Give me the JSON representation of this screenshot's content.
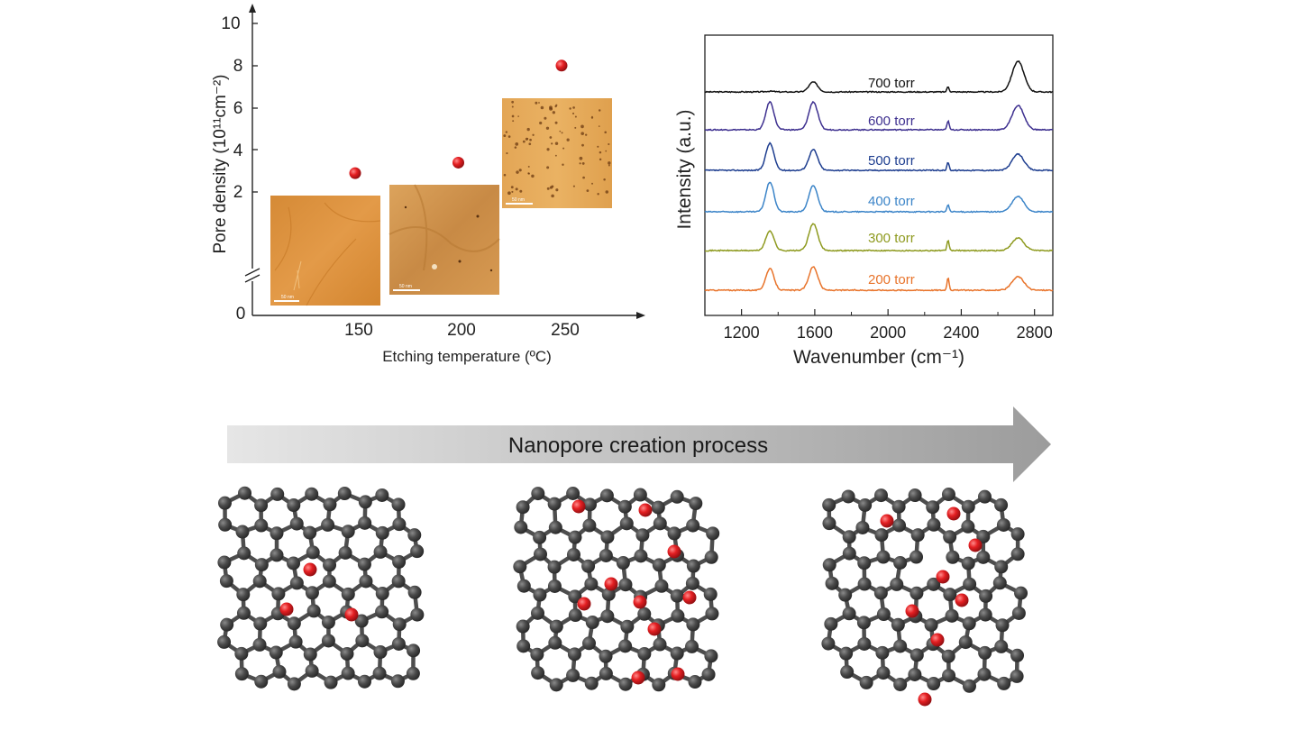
{
  "charts": {
    "left": {
      "type": "scatter",
      "xlabel": "Etching temperature (ºC)",
      "ylabel": "Pore density (10¹¹cm⁻²)",
      "x_ticks": [
        "150",
        "200",
        "250"
      ],
      "y_ticks": [
        "0",
        "2",
        "4",
        "6",
        "8",
        "10"
      ],
      "inset_scalebars": [
        "50 nm",
        "50 nm",
        "50 nm"
      ],
      "point_color": "#d8262b"
    },
    "right": {
      "type": "line",
      "xlabel": "Wavenumber (cm⁻¹)",
      "ylabel": "Intensity (a.u.)",
      "x_ticks": [
        "1200",
        "1600",
        "2000",
        "2400",
        "2800"
      ]
    },
    "process_arrow": {
      "label": "Nanopore creation process"
    }
  },
  "chart_data": [
    {
      "type": "scatter",
      "title": "",
      "xlabel": "Etching temperature (ºC)",
      "ylabel": "Pore density (10¹¹cm⁻²)",
      "xlim": [
        100,
        290
      ],
      "ylim": [
        0,
        10
      ],
      "x": [
        150,
        200,
        250
      ],
      "y": [
        2.9,
        3.4,
        8.0
      ],
      "y_axis_break": true
    },
    {
      "type": "line",
      "title": "",
      "xlabel": "Wavenumber (cm⁻¹)",
      "ylabel": "Intensity (a.u.)",
      "xlim": [
        1000,
        2900
      ],
      "series": [
        {
          "name": "700 torr",
          "color": "#111111",
          "D_1350": 0.04,
          "G_1590": 0.55,
          "peak_2320": 0.3,
          "2D_2700": 1.7
        },
        {
          "name": "600 torr",
          "color": "#3d2f8f",
          "D_1350": 1.55,
          "G_1590": 1.55,
          "peak_2320": 0.5,
          "2D_2700": 1.35
        },
        {
          "name": "500 torr",
          "color": "#1d3d8f",
          "D_1350": 1.5,
          "G_1590": 1.15,
          "peak_2320": 0.45,
          "2D_2700": 0.9
        },
        {
          "name": "400 torr",
          "color": "#3b84c8",
          "D_1350": 1.65,
          "G_1590": 1.45,
          "peak_2320": 0.4,
          "2D_2700": 0.85
        },
        {
          "name": "300 torr",
          "color": "#8e9a1f",
          "D_1350": 1.1,
          "G_1590": 1.5,
          "peak_2320": 0.55,
          "2D_2700": 0.7
        },
        {
          "name": "200 torr",
          "color": "#e8732a",
          "D_1350": 1.2,
          "G_1590": 1.3,
          "peak_2320": 0.7,
          "2D_2700": 0.75
        }
      ]
    }
  ]
}
